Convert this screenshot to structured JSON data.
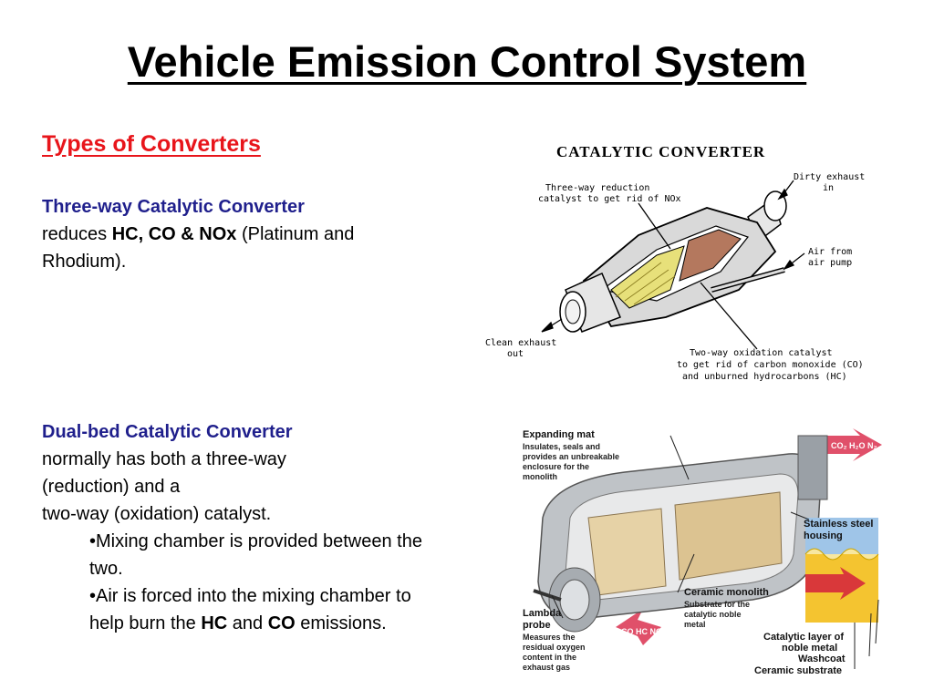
{
  "title": "Vehicle Emission Control System",
  "subheading": "Types of Converters",
  "three_way": {
    "heading": "Three-way Catalytic Converter",
    "text_1": "reduces ",
    "bold": "HC, CO & NOx",
    "text_2": " (Platinum and Rhodium)."
  },
  "dual_bed": {
    "heading": "Dual-bed Catalytic Converter",
    "line_1": "normally has both a three-way",
    "line_2": "(reduction) and a",
    "line_3": "two-way (oxidation) catalyst.",
    "bullet_1": "•Mixing chamber is provided between the two.",
    "bullet_2_pre": "•Air is forced into the mixing chamber to help burn the ",
    "bullet_2_hc": "HC",
    "bullet_2_mid": " and ",
    "bullet_2_co": "CO",
    "bullet_2_post": " emissions."
  },
  "figure_top": {
    "title": "CATALYTIC CONVERTER",
    "label_reduction_1": "Three-way reduction",
    "label_reduction_2": "catalyst to get rid of NOx",
    "label_dirty_1": "Dirty exhaust",
    "label_dirty_2": "in",
    "label_air_1": "Air from",
    "label_air_2": "air pump",
    "label_clean_1": "Clean exhaust",
    "label_clean_2": "out",
    "label_oxidation_1": "Two-way oxidation catalyst",
    "label_oxidation_2": "to get rid of carbon monoxide (CO)",
    "label_oxidation_3": "and unburned hydrocarbons (HC)"
  },
  "figure_bottom": {
    "mat_title": "Expanding mat",
    "mat_1": "Insulates, seals and",
    "mat_2": "provides an unbreakable",
    "mat_3": "enclosure for the",
    "mat_4": "monolith",
    "steel_1": "Stainless steel",
    "steel_2": "housing",
    "ceramic_title": "Ceramic monolith",
    "ceramic_1": "Substrate for the",
    "ceramic_2": "catalytic noble",
    "ceramic_3": "metal",
    "lambda_1": "Lambda",
    "lambda_2": "probe",
    "lambda_3": "Measures the",
    "lambda_4": "residual oxygen",
    "lambda_5": "content in the",
    "lambda_6": "exhaust gas",
    "layer_1": "Catalytic layer of",
    "layer_2": "noble metal",
    "washcoat": "Washcoat",
    "substrate": "Ceramic substrate",
    "arrow_out": "CO₂ H₂O N₂",
    "arrow_in": "CO HC NOₓ"
  }
}
